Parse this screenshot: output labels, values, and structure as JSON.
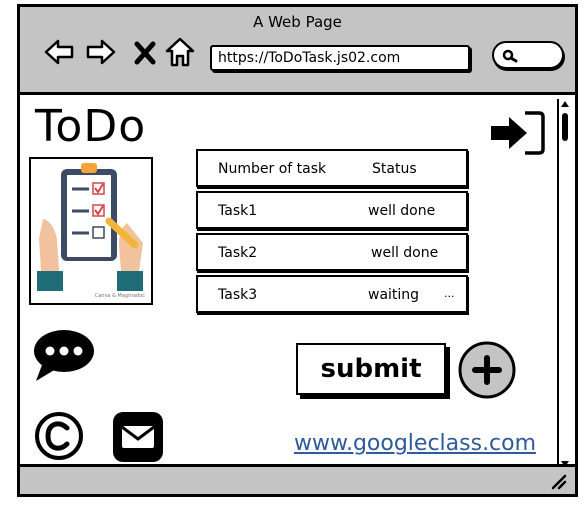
{
  "window": {
    "title": "A Web Page"
  },
  "nav": {
    "url": "https://ToDoTask.js02.com",
    "back_icon": "back-arrow-icon",
    "forward_icon": "forward-arrow-icon",
    "stop_icon": "close-icon",
    "home_icon": "home-icon",
    "search_icon": "search-icon"
  },
  "app": {
    "title": "ToDo"
  },
  "hero": {
    "caption": "Canva & Magmadoc"
  },
  "table": {
    "headers": [
      "Number of task",
      "Status"
    ],
    "rows": [
      {
        "task": "Task1",
        "status": "well done",
        "more": ""
      },
      {
        "task": "Task2",
        "status": "well done",
        "more": ""
      },
      {
        "task": "Task3",
        "status": "waiting",
        "more": "..."
      }
    ]
  },
  "actions": {
    "submit_label": "submit"
  },
  "footer": {
    "link": "www.googleclass.com"
  },
  "colors": {
    "chrome": "#c4c4c4",
    "link": "#2f5b9b"
  }
}
